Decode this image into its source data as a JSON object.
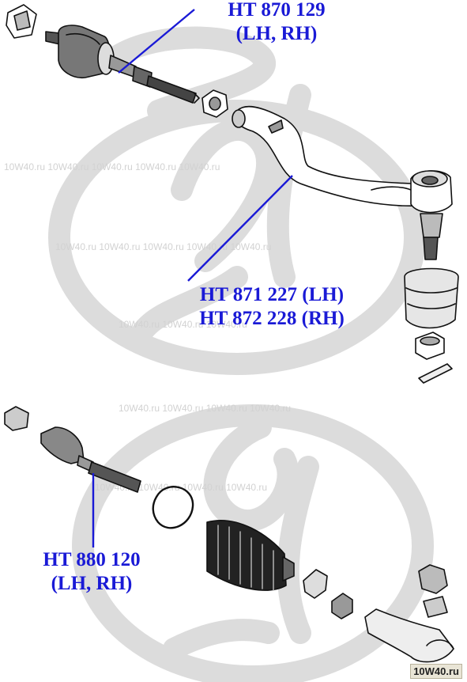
{
  "labels": {
    "top": {
      "line1": "HT 870 129",
      "line2": "(LH, RH)"
    },
    "middle": {
      "line1": "HT 871 227 (LH)",
      "line2": "HT 872 228 (RH)"
    },
    "bottom": {
      "line1": "HT 880 120",
      "line2": "(LH, RH)"
    }
  },
  "watermark": {
    "site": "10W40.ru",
    "tile": "10W40.ru"
  },
  "colors": {
    "label": "#1a1ad6",
    "leader": "#1a1ad6",
    "line_art": "#111111",
    "watermark": "#d8d8d8"
  }
}
